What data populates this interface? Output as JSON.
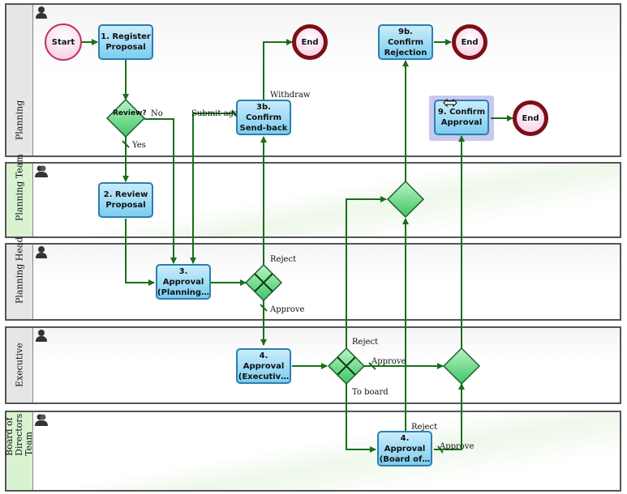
{
  "lanes": [
    {
      "label": "Planning"
    },
    {
      "label": "Planning Team"
    },
    {
      "label": "Planning Head"
    },
    {
      "label": "Executive"
    },
    {
      "label": "Board of Directors Team"
    }
  ],
  "events": {
    "start": "Start",
    "end": "End"
  },
  "tasks": {
    "t1": "1. Register Proposal",
    "t2": "2. Review Proposal",
    "t3": "3. Approval (Planning…",
    "t3b": "3b. Confirm Send-back",
    "t4exec": "4. Approval (Executiv…",
    "t4board": "4. Approval (Board of…",
    "t9b": "9b. Confirm Rejection",
    "t9": "9. Confirm Approval"
  },
  "gateways": {
    "review": "Review?"
  },
  "flow_labels": {
    "no": "No",
    "yes": "Yes",
    "submit_again": "Submit again",
    "withdraw": "Withdraw",
    "reject": "Reject",
    "approve": "Approve",
    "to_board": "To board"
  },
  "colors": {
    "flow": "#1a6e1a",
    "task_border": "#2a7fb0",
    "end_border": "#7b0f17",
    "gateway": "#5fd37a"
  }
}
